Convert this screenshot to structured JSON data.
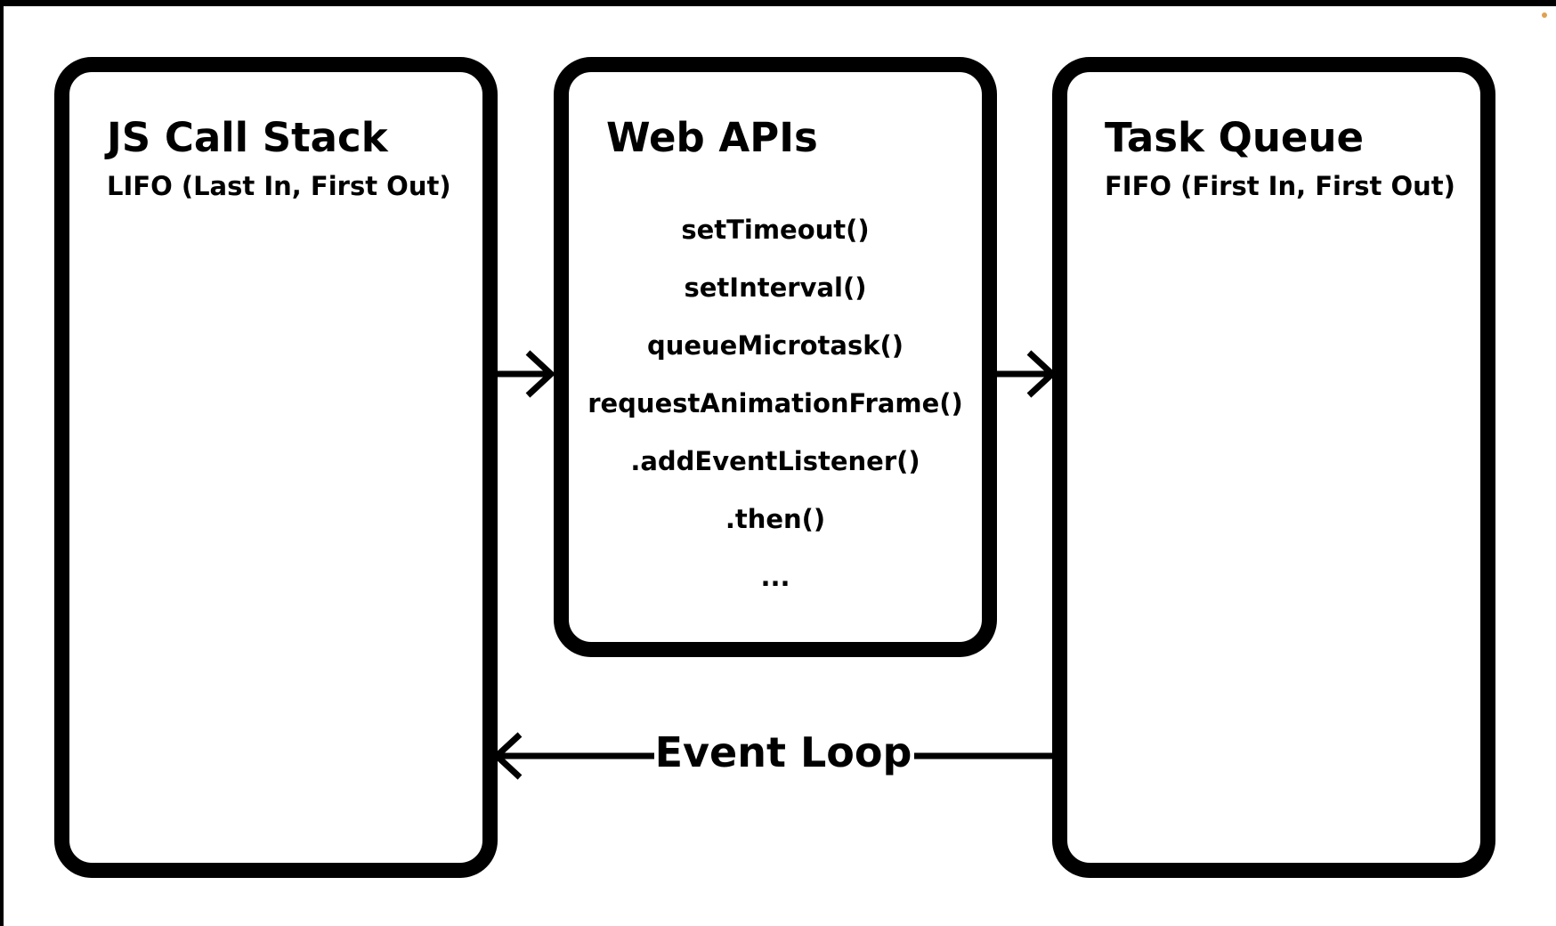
{
  "diagram": {
    "call_stack": {
      "title": "JS Call Stack",
      "subtitle": "LIFO (Last In, First Out)"
    },
    "web_apis": {
      "title": "Web APIs",
      "items": [
        "setTimeout()",
        "setInterval()",
        "queueMicrotask()",
        "requestAnimationFrame()",
        ".addEventListener()",
        ".then()",
        "..."
      ]
    },
    "task_queue": {
      "title": "Task Queue",
      "subtitle": "FIFO (First In, First Out)"
    },
    "event_loop": {
      "label": "Event Loop"
    }
  },
  "colors": {
    "stroke": "#000000",
    "background": "#ffffff",
    "accent_dot": "#e0a050"
  }
}
